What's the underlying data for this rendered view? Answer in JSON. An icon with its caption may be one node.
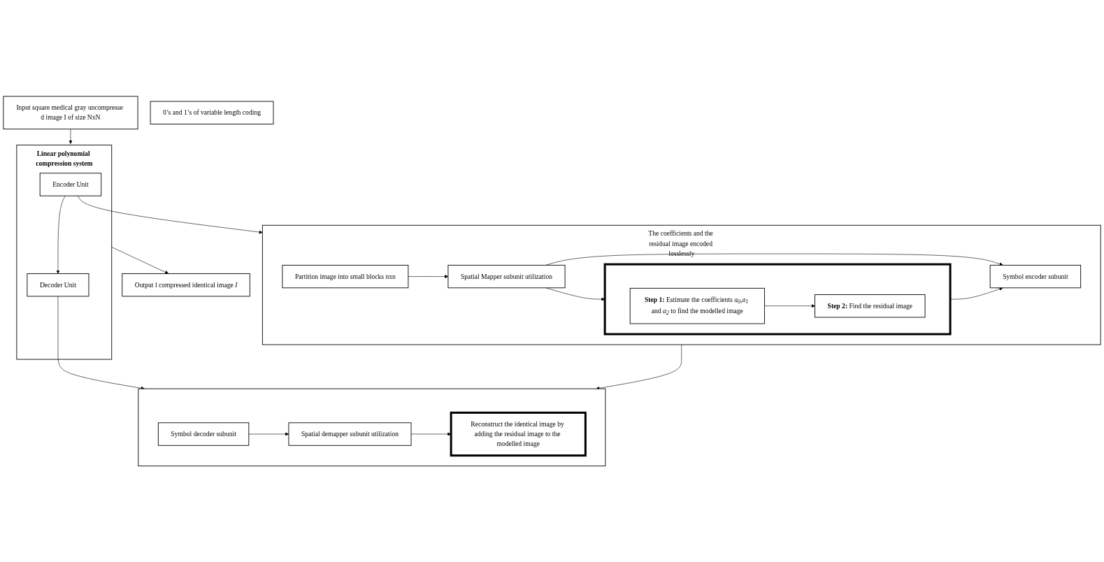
{
  "diagram": {
    "nodes": [
      {
        "text": [
          "Input square medical gray uncompresse d image I of size NxN"
        ]
      },
      {
        "text": [
          "**Linear polynomial compression system**"
        ]
      },
      {
        "text": [
          "Encoder Unit"
        ],
        "in": 1
      },
      {
        "text": [
          "Decoder Unit"
        ],
        "in": 1
      },
      {
        "text": [
          "Output l compressed identical image  *I*"
        ]
      },
      {
        "text": [
          "0’s and 1’s of variable length coding"
        ]
      },
      {
        "text": [
          "The coefficients and the residual image encoded losslessly"
        ]
      },
      {
        "text": [
          "Partition image into small blocks nxn"
        ],
        "in": 6
      },
      {
        "text": [
          "Spatial Mapper subunit utilization"
        ],
        "in": 6
      },
      {
        "text": [
          "Symbol encoder subunit"
        ],
        "in": 6
      },
      {
        "text": [],
        "shape": "box",
        "in": 6
      },
      {
        "text": [
          "**Step 1:** Estimate the coefficients *a$_{0}$*,*a$_{1}$* and *a$_{2}$* to find the modelled image"
        ],
        "in": 10
      },
      {
        "text": [
          "**Step 2:** Find the residual image"
        ],
        "in": 10
      },
      {
        "text": [],
        "shape": "box"
      },
      {
        "text": [
          "Symbol decoder subunit"
        ],
        "in": 13
      },
      {
        "text": [
          "Spatial demapper subunit utilization"
        ],
        "in": 13
      },
      {
        "text": [
          "Reconstruct the identical image by adding the residual image to the modelled image"
        ],
        "in": 13
      }
    ],
    "edges": [
      {
        "from": 0,
        "to": 1,
        "arrow": "to"
      },
      {
        "from": 2,
        "to": 3,
        "arrow": "to"
      },
      {
        "from": 1,
        "to": 4,
        "arrow": "to"
      },
      {
        "from": 2,
        "to": 6,
        "arrow": "to"
      },
      {
        "from": 3,
        "to": 13,
        "arrow": "to"
      },
      {
        "from": 7,
        "to": 8,
        "arrow": "to"
      },
      {
        "from": 8,
        "to": 9,
        "arrow": "to"
      },
      {
        "from": 8,
        "to": 10,
        "arrow": "to"
      },
      {
        "from": 11,
        "to": 12,
        "arrow": "to"
      },
      {
        "from": 10,
        "to": 9,
        "arrow": "to"
      },
      {
        "from": 6,
        "to": 13,
        "arrow": "to"
      },
      {
        "from": 14,
        "to": 15,
        "arrow": "to"
      },
      {
        "from": 15,
        "to": 16,
        "arrow": "to"
      }
    ]
  }
}
